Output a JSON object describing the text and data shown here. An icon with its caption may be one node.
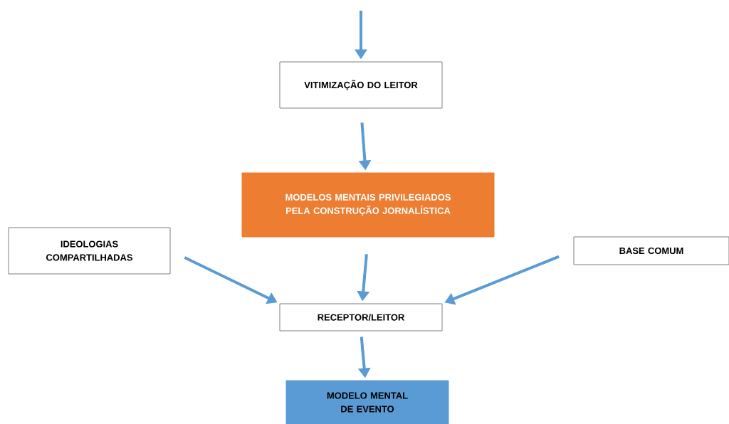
{
  "diagram": {
    "nodes": [
      {
        "text": [
          "VITIMIZAÇÃO DO LEITOR"
        ]
      },
      {
        "text": [
          "MODELOS MENTAIS PRIVILEGIADOS PELA CONSTRUÇÃO JORNALÍSTICA"
        ]
      },
      {
        "text": [
          "IDEOLOGIAS COMPARTILHADAS"
        ]
      },
      {
        "text": [
          "BASE COMUM"
        ]
      },
      {
        "text": [
          "RECEPTOR/LEITOR"
        ]
      },
      {
        "text": [
          "MODELO MENTAL DE EVENTO"
        ]
      }
    ],
    "edges": [
      {
        "from": null,
        "to": 0,
        "arrow": "to"
      },
      {
        "from": 0,
        "to": 1,
        "arrow": "to"
      },
      {
        "from": 1,
        "to": 4,
        "arrow": "to"
      },
      {
        "from": 2,
        "to": 4,
        "arrow": "to"
      },
      {
        "from": 3,
        "to": 4,
        "arrow": "to"
      },
      {
        "from": 4,
        "to": 5,
        "arrow": "to"
      }
    ]
  }
}
